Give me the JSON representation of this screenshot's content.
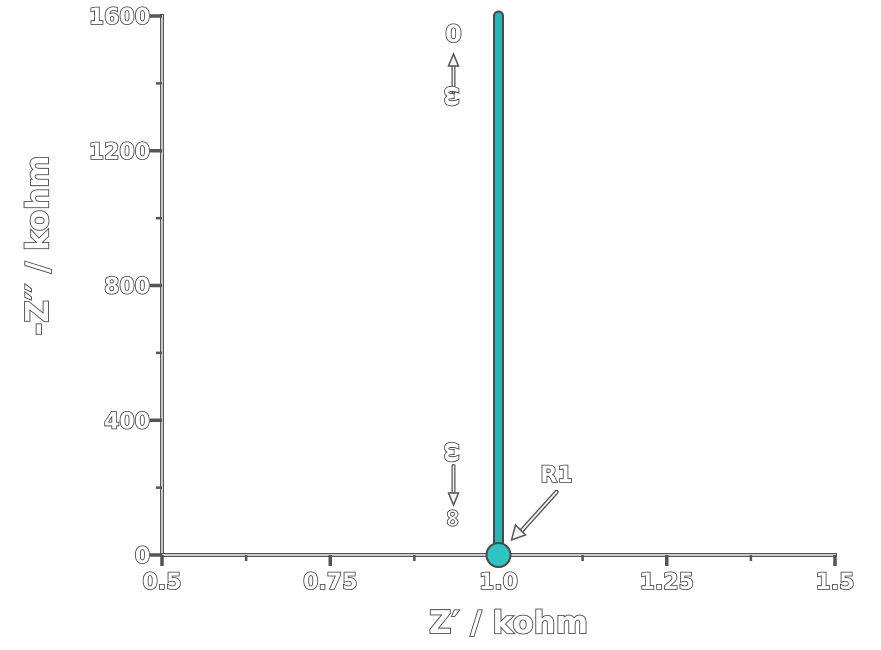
{
  "chart_data": {
    "type": "line",
    "xlabel": "Z′ / kohm",
    "ylabel": "-Z′′ / kohm",
    "xlim": [
      0.5,
      1.5
    ],
    "ylim": [
      0,
      1600
    ],
    "x_ticks": [
      0.5,
      0.75,
      1.0,
      1.25,
      1.5
    ],
    "x_tick_labels": [
      "0.5",
      "0.75",
      "1.0",
      "1.25",
      "1.5"
    ],
    "y_ticks": [
      0,
      400,
      800,
      1200,
      1600
    ],
    "y_tick_labels": [
      "0",
      "400",
      "800",
      "1200",
      "1600"
    ],
    "grid": false,
    "series": [
      {
        "x": [
          1.0,
          1.0
        ],
        "y": [
          0,
          1600
        ],
        "color": "#2ab5b5"
      }
    ],
    "point": {
      "x": 1.0,
      "y": 0,
      "color": "#2ec4c4"
    },
    "annotations": {
      "r1": {
        "text": "R1",
        "x": 1.0,
        "y": 0
      },
      "omega_top": {
        "symbol": "ω",
        "value": "0"
      },
      "omega_bottom": {
        "symbol": "ω",
        "value": "∞"
      }
    }
  }
}
